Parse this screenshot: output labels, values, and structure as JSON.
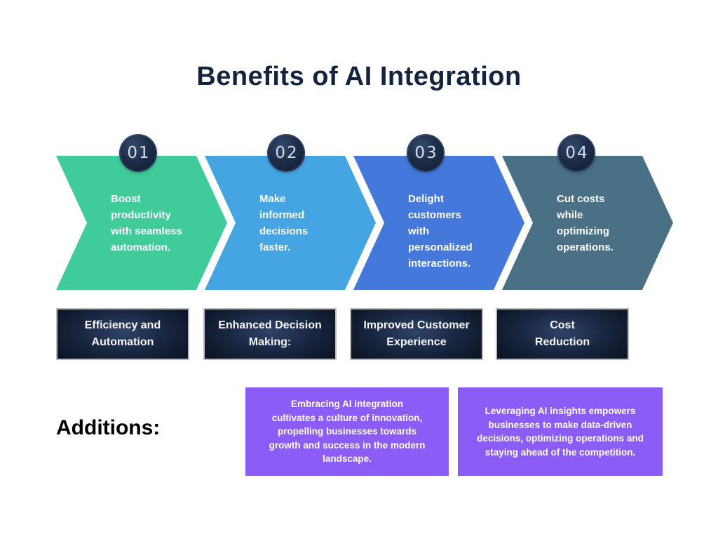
{
  "title": {
    "text": "Benefits of AI Integration",
    "color": "#13243f"
  },
  "steps": [
    {
      "number": "01",
      "arrow_text": "Boost\nproductivity\nwith seamless\nautomation.",
      "arrow_color": "#40cb9a",
      "label": "Efficiency and\nAutomation"
    },
    {
      "number": "02",
      "arrow_text": "Make\ninformed\ndecisions\nfaster.",
      "arrow_color": "#44a5e2",
      "label": "Enhanced Decision\nMaking:"
    },
    {
      "number": "03",
      "arrow_text": "Delight\ncustomers\nwith\npersonalized\ninteractions.",
      "arrow_color": "#4478db",
      "label": "Improved Customer\nExperience"
    },
    {
      "number": "04",
      "arrow_text": "Cut costs\nwhile\noptimizing\noperations.",
      "arrow_color": "#4a7086",
      "label": "Cost\nReduction"
    }
  ],
  "additions": {
    "heading": "Additions:",
    "note_color": "#8c5cf7",
    "notes": [
      "Embracing AI integration\ncultivates a culture of innovation,\npropelling businesses towards\ngrowth and success in the modern\nlandscape.",
      "Leveraging AI insights empowers\nbusinesses to make data-driven\ndecisions, optimizing operations and\nstaying ahead of the competition."
    ]
  }
}
